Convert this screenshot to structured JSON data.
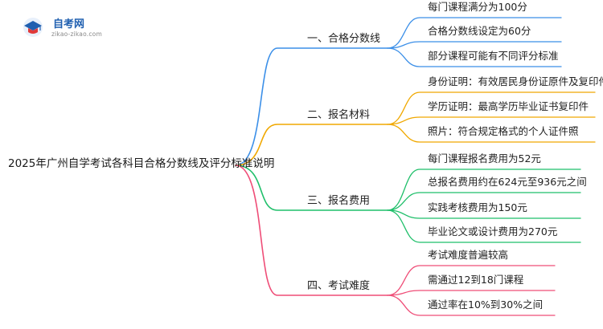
{
  "logo": {
    "name": "自考网",
    "url_text": "zikao-zikao.com"
  },
  "mindmap": {
    "root": "2025年广州自学考试各科目合格分数线及评分标准说明",
    "branches": [
      {
        "label": "一、合格分数线",
        "color": "#3b8fe8",
        "leaves": [
          "每门课程满分为100分",
          "合格分数线设定为60分",
          "部分课程可能有不同评分标准"
        ]
      },
      {
        "label": "二、报名材料",
        "color": "#f0a800",
        "leaves": [
          "身份证明：有效居民身份证原件及复印件",
          "学历证明：最高学历毕业证书复印件",
          "照片：符合规定格式的个人证件照"
        ]
      },
      {
        "label": "三、报名费用",
        "color": "#1fbf6a",
        "leaves": [
          "每门课程报名费用为52元",
          "总报名费用约在624元至936元之间",
          "实践考核费用为150元",
          "毕业论文或设计费用为270元"
        ]
      },
      {
        "label": "四、考试难度",
        "color": "#ef4d77",
        "leaves": [
          "考试难度普遍较高",
          "需通过12到18门课程",
          "通过率在10%到30%之间"
        ]
      }
    ]
  }
}
